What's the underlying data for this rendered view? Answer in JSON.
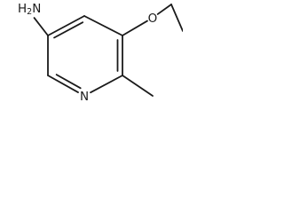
{
  "molecule": {
    "atoms": {
      "amine": "H2N",
      "ring_nitrogen": "N",
      "ether_oxygen": "O"
    }
  },
  "colors": {
    "bond": "#1a1a1a",
    "background": "#ffffff"
  }
}
